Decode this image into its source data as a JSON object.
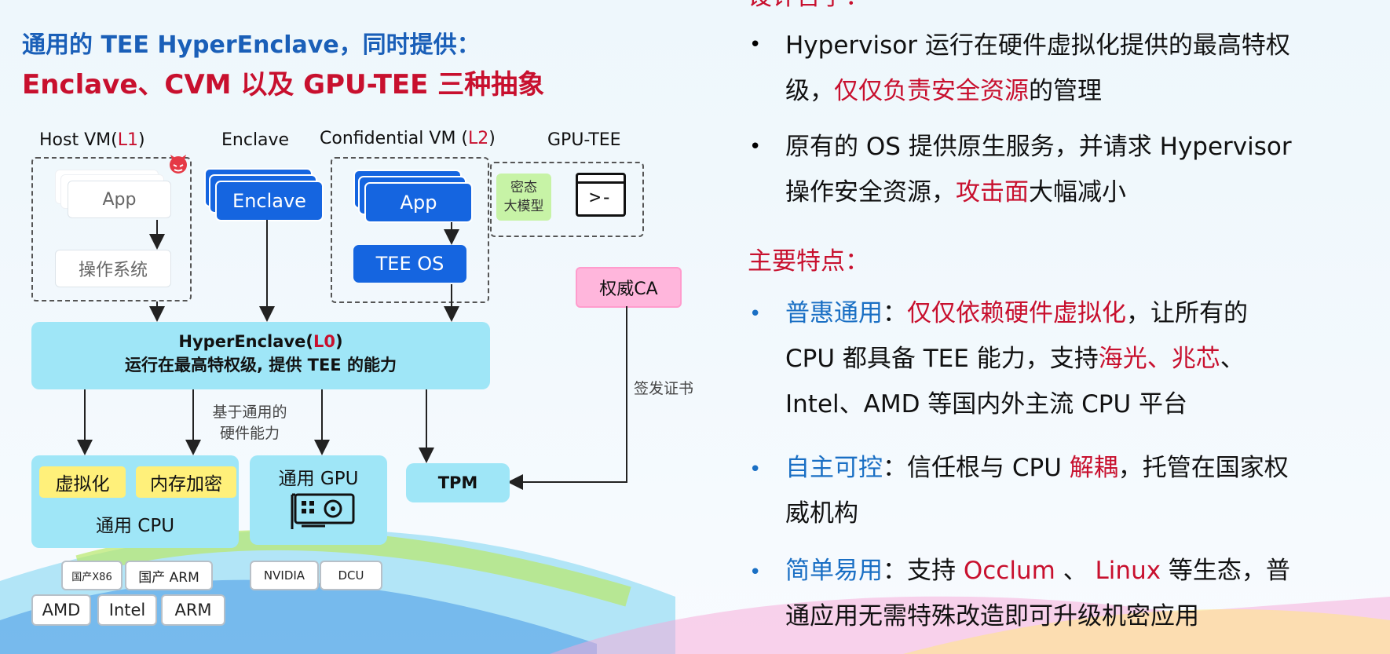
{
  "title": {
    "line1": "通用的 TEE HyperEnclave，同时提供：",
    "line2": "Enclave、CVM 以及 GPU-TEE 三种抽象"
  },
  "diagram": {
    "host_vm_prefix": "Host VM(",
    "host_vm_level": "L1",
    "host_vm_suffix": ")",
    "enclave_label": "Enclave",
    "cvm_prefix": "Confidential VM (",
    "cvm_level": "L2",
    "cvm_suffix": ")",
    "gpu_tee_label": "GPU-TEE",
    "host_app": "App",
    "host_os": "操作系统",
    "enclave_box": "Enclave",
    "cvm_app": "App",
    "tee_os": "TEE OS",
    "gpu_model_line1": "密态",
    "gpu_model_line2": "大模型",
    "terminal_prompt": ">-",
    "authority_ca": "权威CA",
    "hyper_prefix": "HyperEnclave(",
    "hyper_level": "L0",
    "hyper_suffix": ")",
    "hyper_line2": "运行在最高特权级, 提供 TEE 的能力",
    "based_on_line1": "基于通用的",
    "based_on_line2": "硬件能力",
    "sign_cert": "签发证书",
    "virtualization": "虚拟化",
    "memory_encryption": "内存加密",
    "generic_cpu": "通用 CPU",
    "generic_gpu": "通用 GPU",
    "tpm": "TPM",
    "chips": {
      "domestic_x86": "国产X86",
      "domestic_arm": "国产 ARM",
      "amd": "AMD",
      "intel": "Intel",
      "arm": "ARM",
      "nvidia": "NVIDIA",
      "dcu": "DCU"
    }
  },
  "right": {
    "design_heading": "设计哲学：",
    "b1_a": "Hypervisor 运行在硬件虚拟化提供的最高特权",
    "b1_b": "级，",
    "b1_red": "仅仅负责安全资源",
    "b1_c": "的管理",
    "b2_a": "原有的 OS 提供原生服务，并请求 Hypervisor",
    "b2_b": "操作安全资源，",
    "b2_red": "攻击面",
    "b2_c": "大幅减小",
    "features_heading": "主要特点：",
    "f1_blue": "普惠通用",
    "f1_colon": "：",
    "f1_red": "仅仅依赖硬件虚拟化",
    "f1_a": "，让所有的",
    "f1_b": "CPU 都具备 TEE 能力，支持",
    "f1_red2": "海光、兆芯",
    "f1_c": "、",
    "f1_d": "Intel、AMD 等国内外主流 CPU 平台",
    "f2_blue": "自主可控",
    "f2_a": "：信任根与 CPU ",
    "f2_red": "解耦",
    "f2_b": "，托管在国家权",
    "f2_c": "威机构",
    "f3_blue": "简单易用",
    "f3_a": "：支持 ",
    "f3_red1": "Occlum",
    "f3_b": " 、 ",
    "f3_red2": "Linux",
    "f3_c": " 等生态，普",
    "f3_d": "通应用无需特殊改造即可升级机密应用",
    "bullet_black": "•",
    "bullet_blue": "•"
  },
  "colors": {
    "title_blue": "#1a5fb8",
    "accent_red": "#c8102e",
    "enclave_blue": "#1565e0",
    "cyan": "#9fe6f7",
    "yellow": "#fff07a",
    "pink": "#ffb6dc"
  }
}
